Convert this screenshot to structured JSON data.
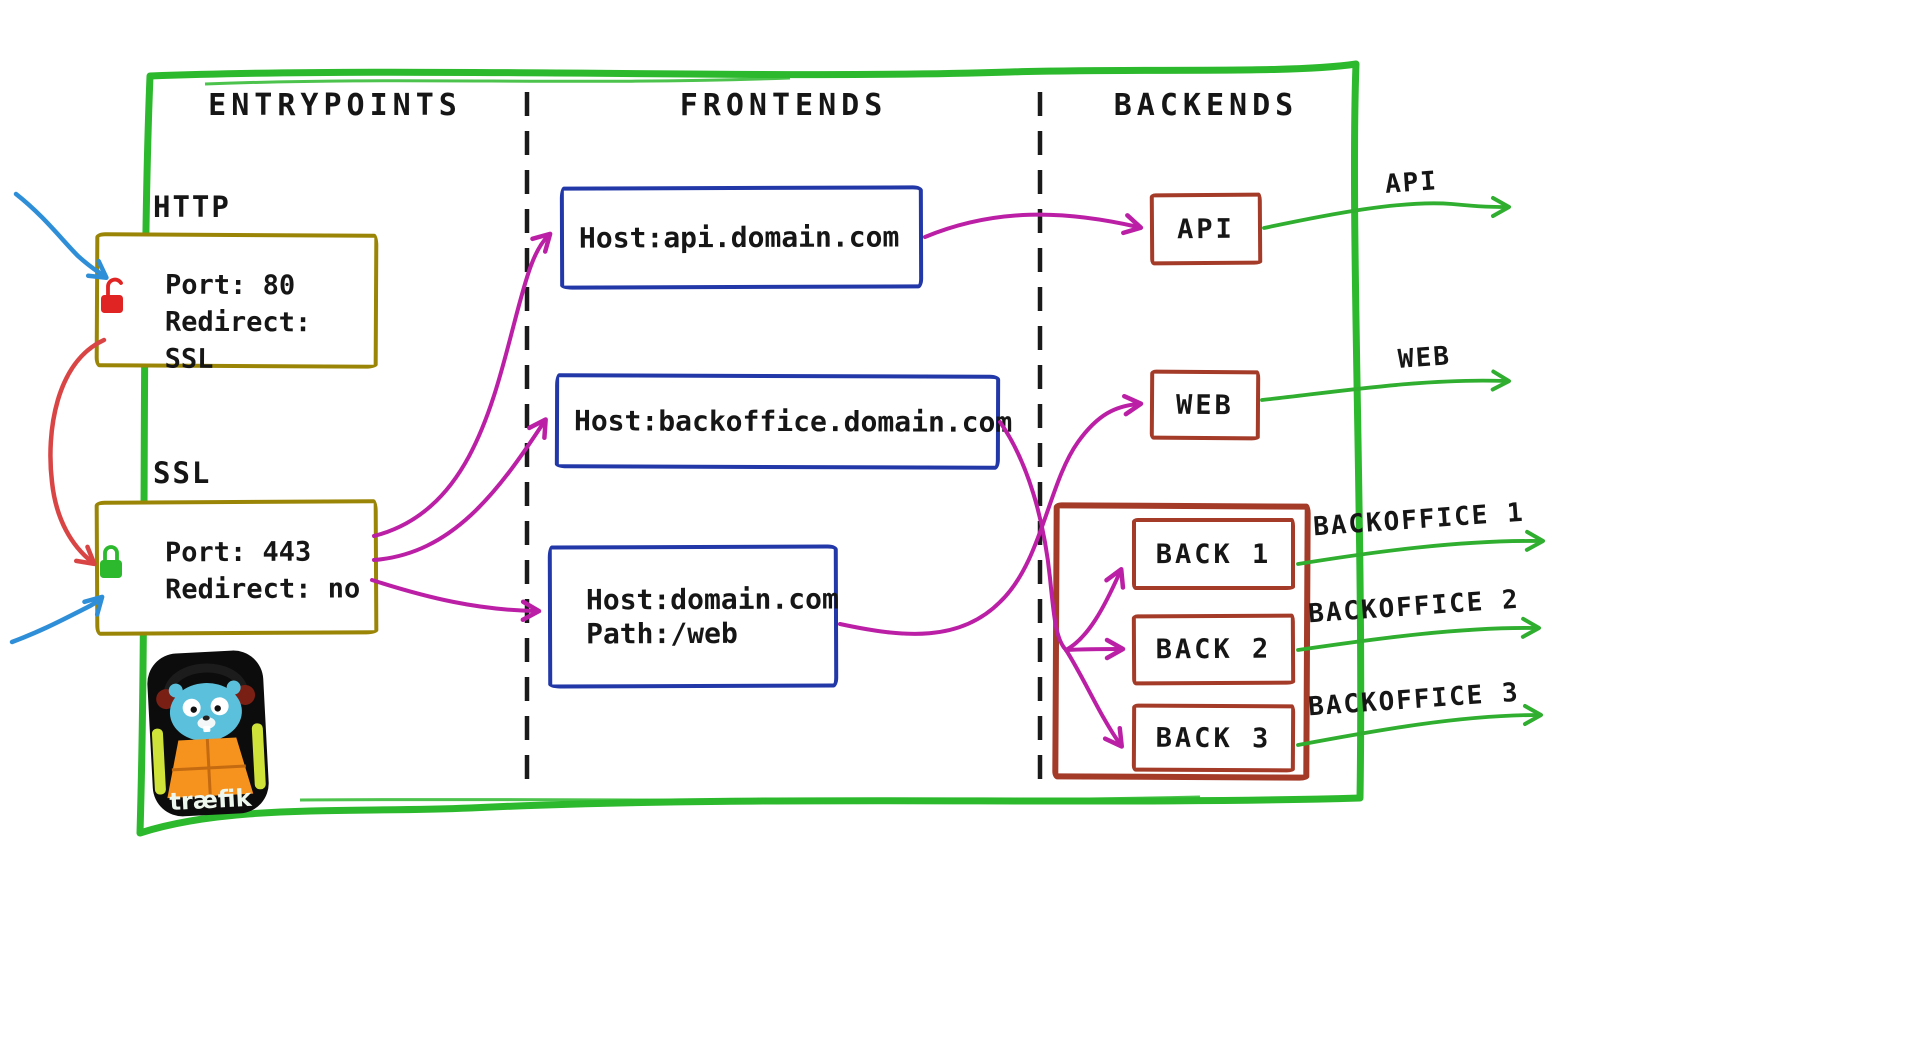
{
  "columns": [
    {
      "label": "ENTRYPOINTS"
    },
    {
      "label": "FRONTENDS"
    },
    {
      "label": "BACKENDS"
    }
  ],
  "entrypoints": {
    "http": {
      "name": "HTTP",
      "port": "Port: 80",
      "redirect": "Redirect: SSL"
    },
    "ssl": {
      "name": "SSL",
      "port": "Port: 443",
      "redirect": "Redirect: no"
    }
  },
  "frontends": {
    "api": {
      "rule": "Host:api.domain.com"
    },
    "backoffice": {
      "rule": "Host:backoffice.domain.com"
    },
    "web": {
      "rule_host": "Host:domain.com",
      "rule_path": "Path:/web"
    }
  },
  "backends": {
    "api": {
      "label": "API"
    },
    "web": {
      "label": "WEB"
    },
    "backoffice": {
      "servers": [
        {
          "label": "BACK 1"
        },
        {
          "label": "BACK 2"
        },
        {
          "label": "BACK 3"
        }
      ]
    }
  },
  "outputs": {
    "api": "API",
    "web": "WEB",
    "backoffice1": "BACKOFFICE 1",
    "backoffice2": "BACKOFFICE 2",
    "backoffice3": "BACKOFFICE 3"
  },
  "logo": {
    "brand": "træfik"
  },
  "icons": {
    "http_lock": "open-padlock-red",
    "ssl_lock": "closed-padlock-green"
  },
  "colors": {
    "frame_green": "#2db92d",
    "entrypoint_border": "#9a8506",
    "frontend_border": "#2237a8",
    "backend_border": "#a43a28",
    "flow_arrow_magenta": "#bb1fa5",
    "outbound_arrow_green": "#2fae2f",
    "inbound_arrow_blue": "#2e8fd8",
    "redirect_arrow_red": "#d94545",
    "open_lock_red": "#e02323",
    "closed_lock_green": "#2db92d"
  }
}
